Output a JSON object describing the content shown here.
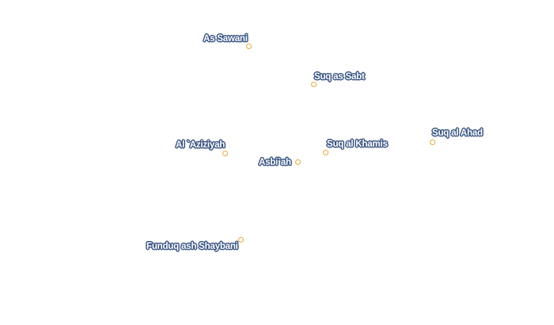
{
  "places": [
    {
      "name": "As Sawani"
    },
    {
      "name": "Suq as Sabt"
    },
    {
      "name": "Suq al Ahad"
    },
    {
      "name": "Al `Aziziyah"
    },
    {
      "name": "Suq al Khamis"
    },
    {
      "name": "Asbi`ah"
    },
    {
      "name": "Funduq ash Shaybani"
    }
  ],
  "colors": {
    "dot_stroke": "#e6a83c",
    "label_halo": "#3a5583",
    "label_fill": "#ffffff"
  }
}
